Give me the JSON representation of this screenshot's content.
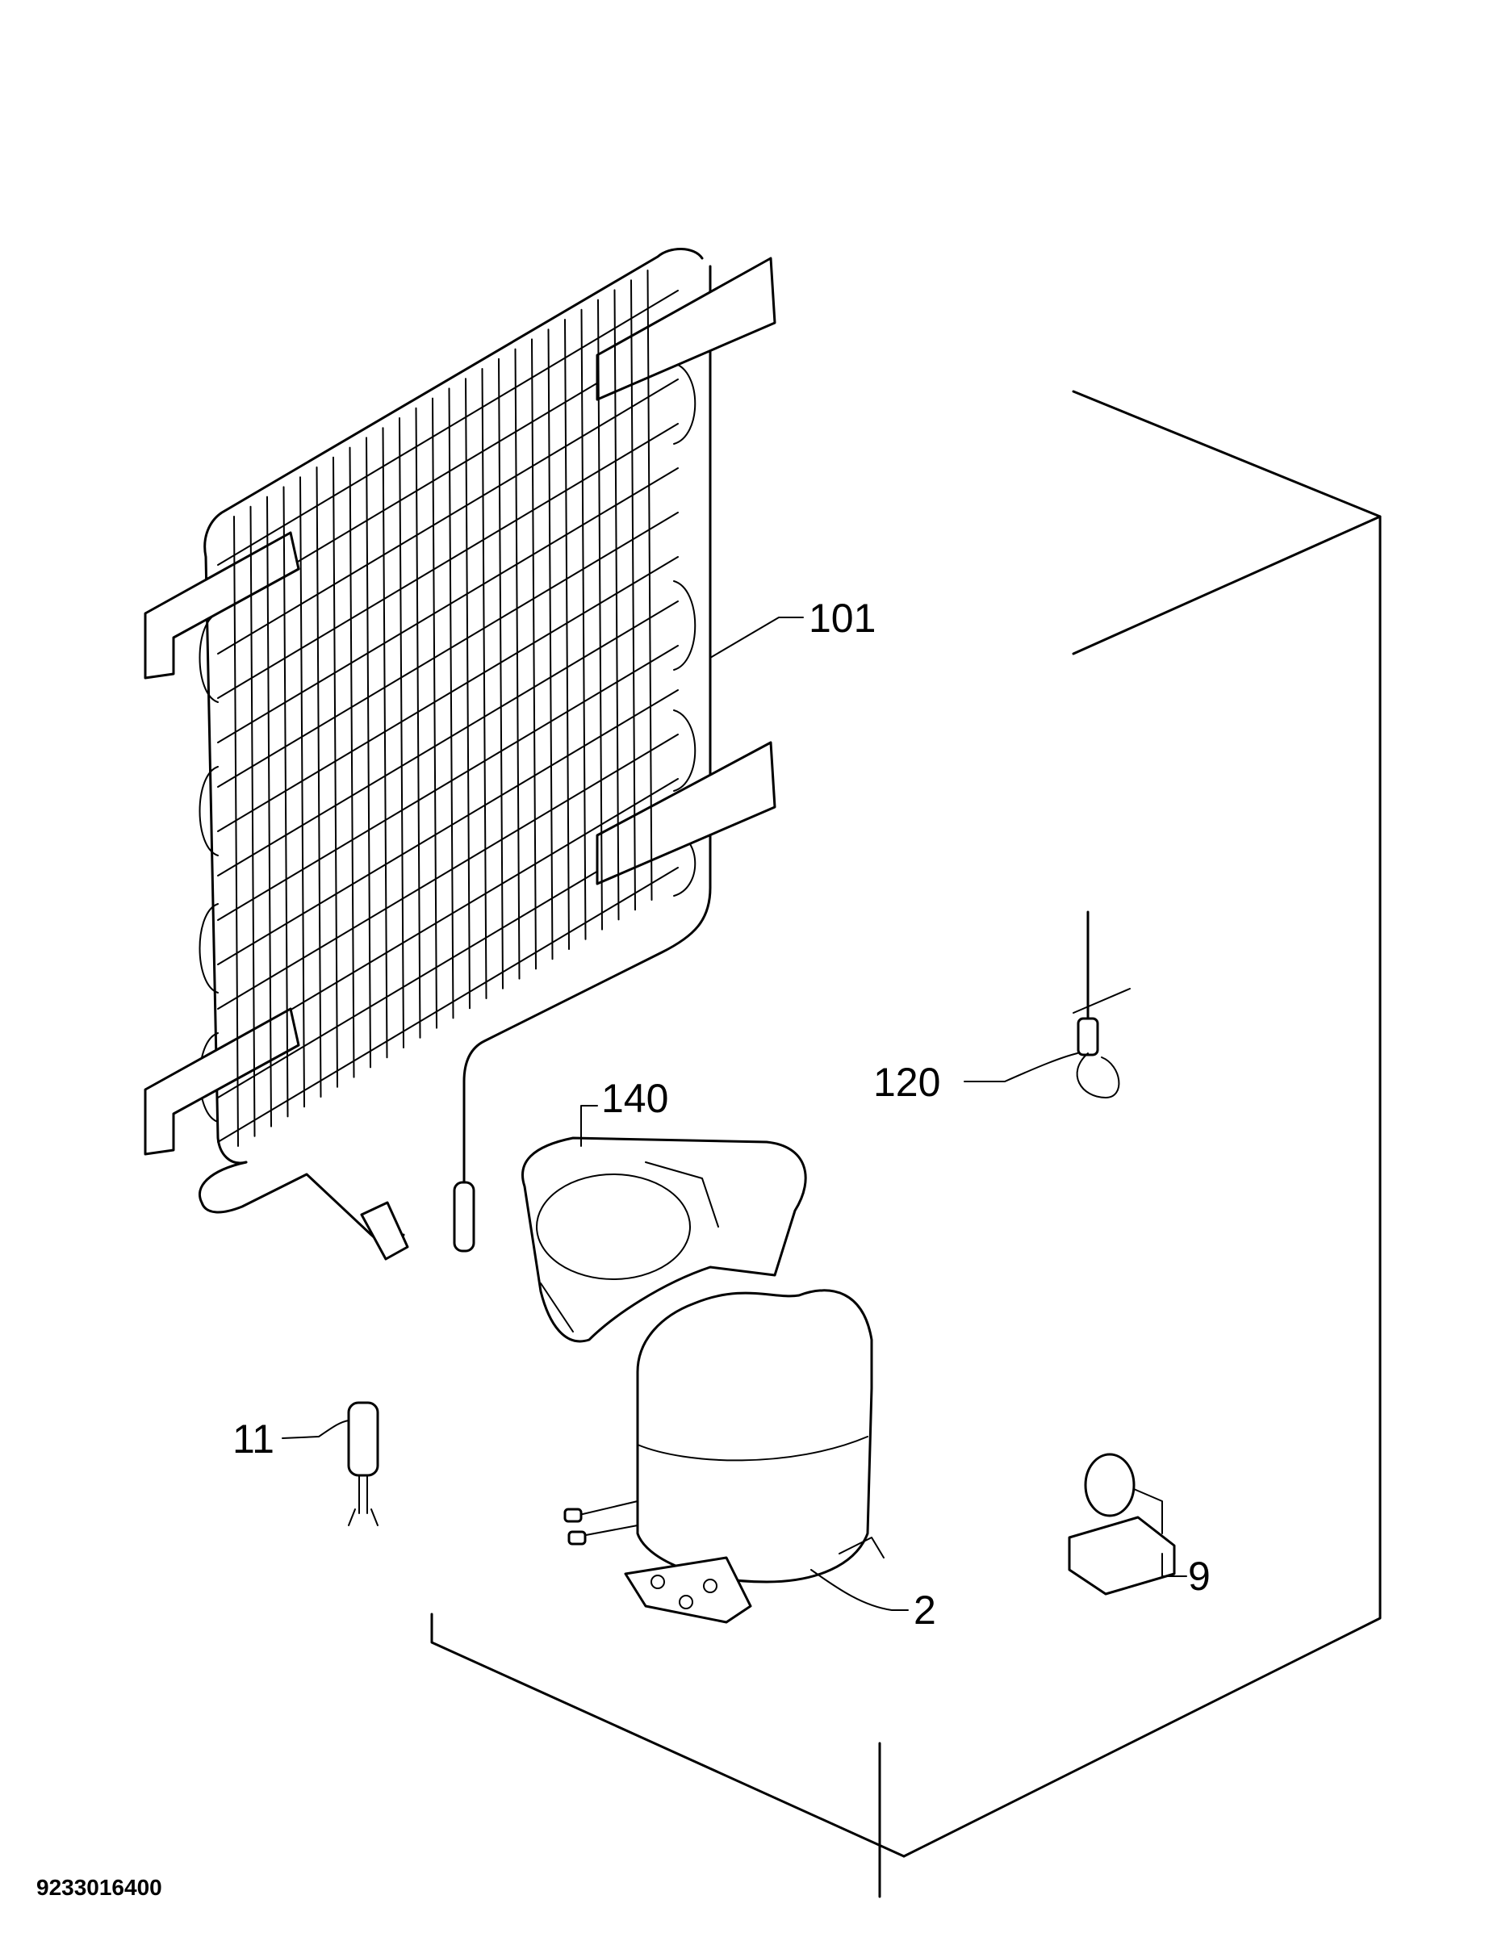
{
  "callouts": {
    "condenser": "101",
    "thermostat_sensor": "120",
    "drip_tray": "140",
    "filter_drier": "11",
    "compressor": "2",
    "relay": "9"
  },
  "document_number": "9233016400"
}
